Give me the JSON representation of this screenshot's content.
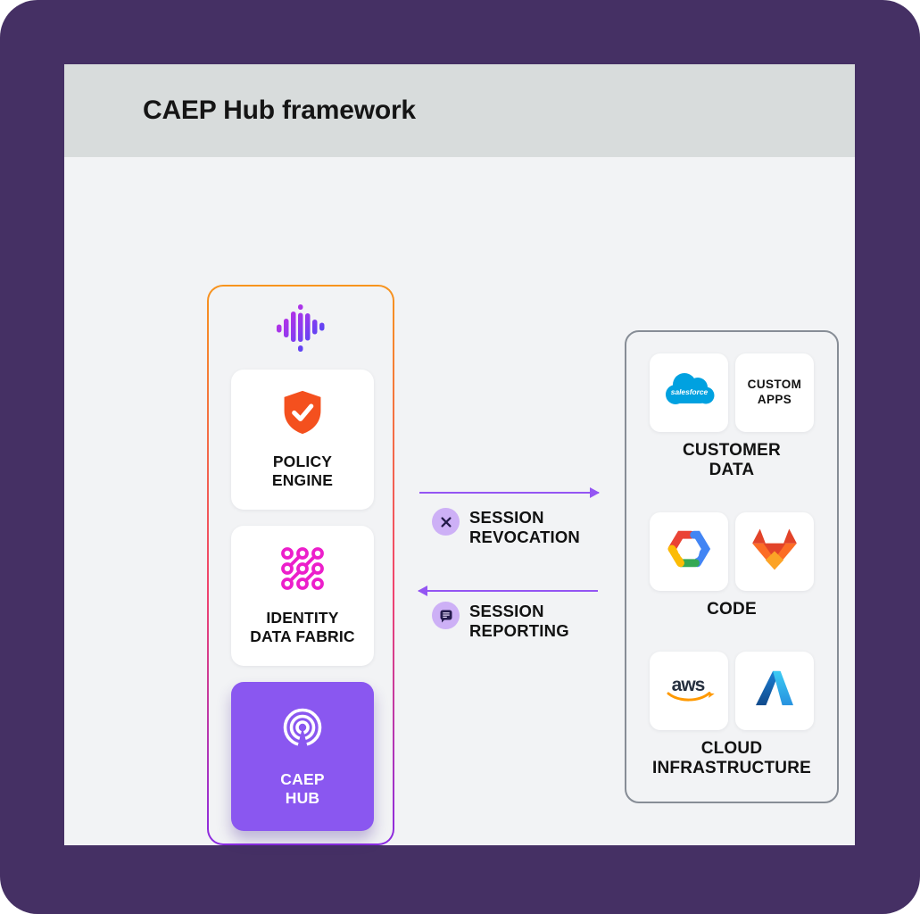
{
  "title": "CAEP Hub framework",
  "left_panel": {
    "logo_name": "strata-wave-logo",
    "cards": [
      {
        "label": "POLICY\nENGINE",
        "icon": "shield-check-icon"
      },
      {
        "label": "IDENTITY\nDATA FABRIC",
        "icon": "identity-fabric-dots-icon"
      },
      {
        "label": "CAEP\nHUB",
        "icon": "broadcast-icon"
      }
    ]
  },
  "flows": [
    {
      "label": "SESSION\nREVOCATION",
      "direction": "left-to-right",
      "icon": "x-circle-icon"
    },
    {
      "label": "SESSION\nREPORTING",
      "direction": "right-to-left",
      "icon": "message-bubble-icon"
    }
  ],
  "right_panel": {
    "groups": [
      {
        "label": "CUSTOMER\nDATA",
        "items": [
          {
            "name": "Salesforce",
            "icon": "salesforce-logo",
            "text": "salesforce"
          },
          {
            "name": "Custom apps",
            "label": "CUSTOM\nAPPS"
          }
        ]
      },
      {
        "label": "CODE",
        "items": [
          {
            "name": "Google Cloud",
            "icon": "google-cloud-logo"
          },
          {
            "name": "GitLab",
            "icon": "gitlab-logo"
          }
        ]
      },
      {
        "label": "CLOUD\nINFRASTRUCTURE",
        "items": [
          {
            "name": "AWS",
            "icon": "aws-logo",
            "text": "aws"
          },
          {
            "name": "Microsoft Azure",
            "icon": "azure-logo"
          }
        ]
      }
    ]
  },
  "colors": {
    "outer_background": "#453064",
    "panel_background": "#F2F3F5",
    "header_background": "#D8DCDC",
    "left_border_gradient_top": "#F7941E",
    "left_border_gradient_mid": "#F0426E",
    "left_border_gradient_bottom": "#8B2BE2",
    "caep_hub_purple": "#8A57F0",
    "arrow_purple": "#9455F3",
    "badge_lavender": "#CDB0F6",
    "fabric_pink": "#EC1FCB",
    "shield_orange": "#F4501E",
    "right_border_gray": "#878D96"
  }
}
